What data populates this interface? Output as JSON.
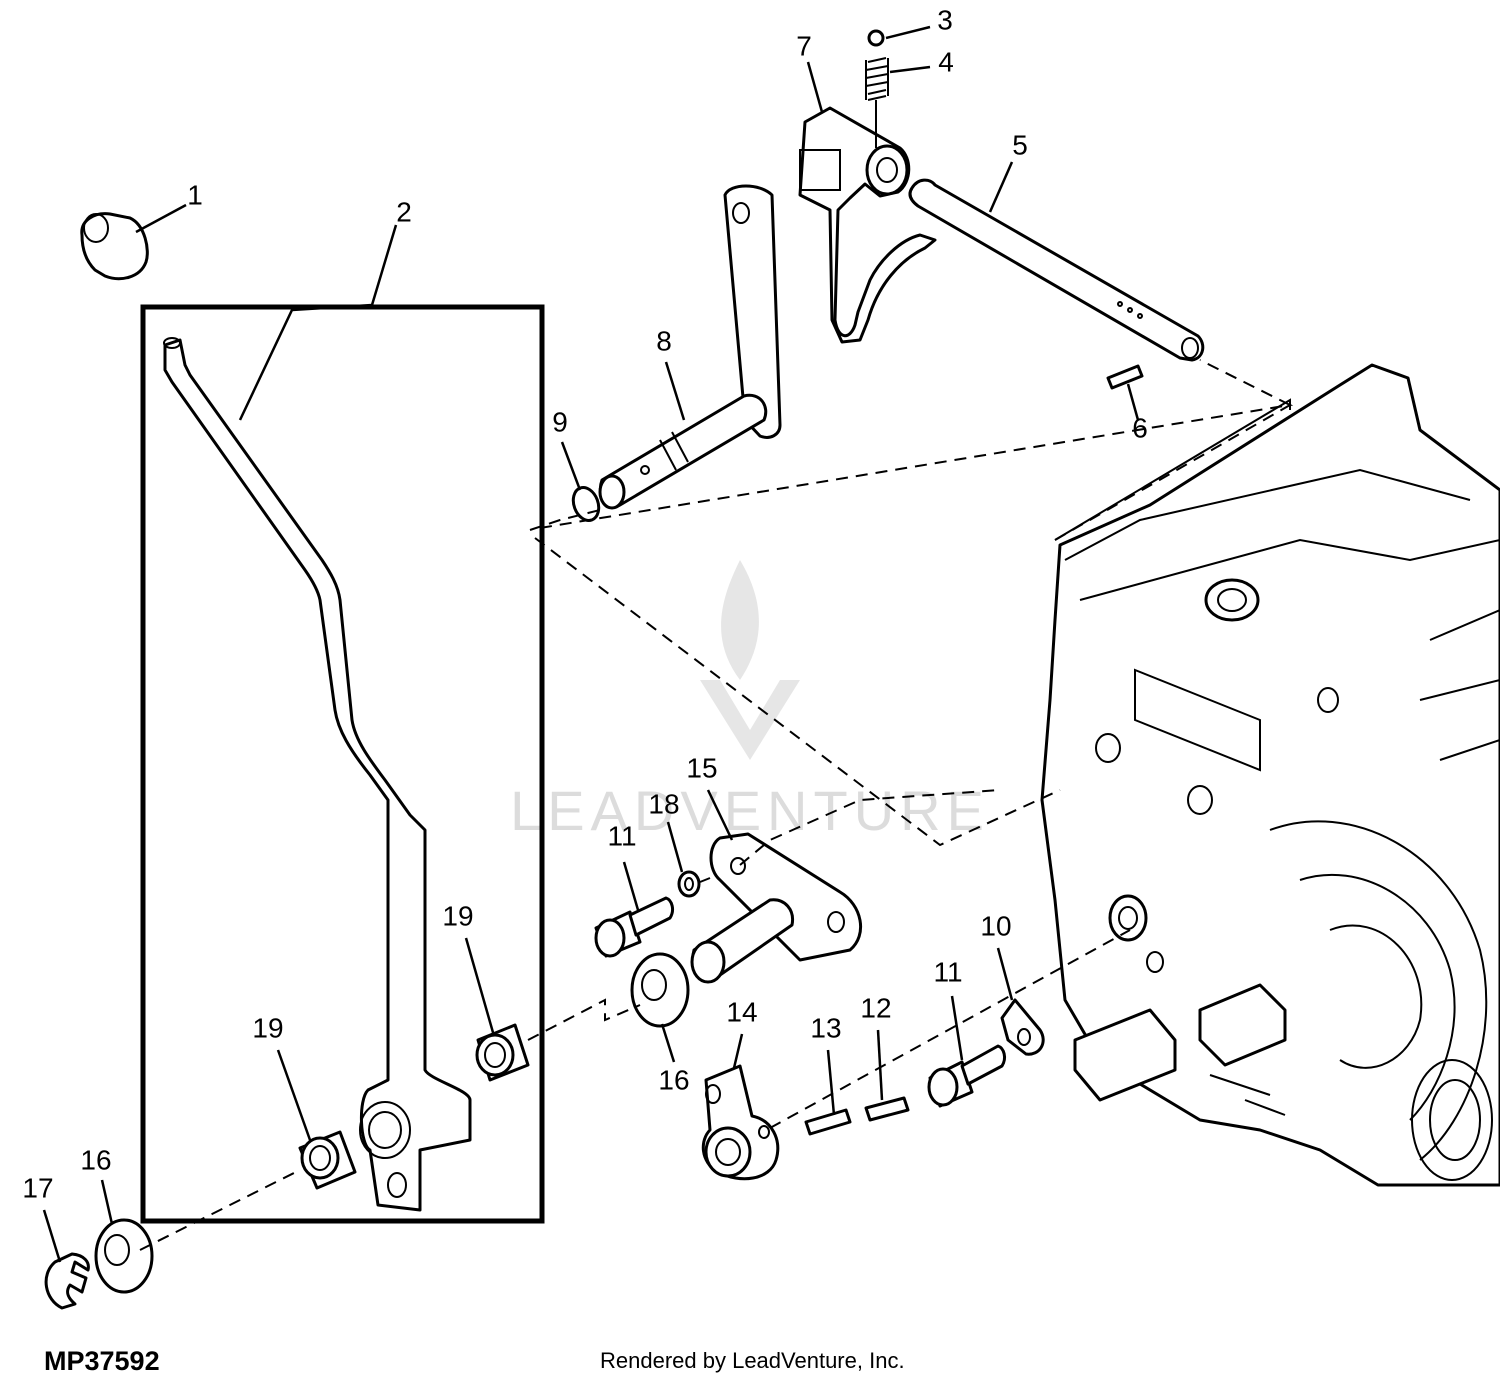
{
  "callouts": [
    {
      "id": "1",
      "label": "1"
    },
    {
      "id": "2",
      "label": "2"
    },
    {
      "id": "3",
      "label": "3"
    },
    {
      "id": "4",
      "label": "4"
    },
    {
      "id": "5",
      "label": "5"
    },
    {
      "id": "6",
      "label": "6"
    },
    {
      "id": "7",
      "label": "7"
    },
    {
      "id": "8",
      "label": "8"
    },
    {
      "id": "9",
      "label": "9"
    },
    {
      "id": "10",
      "label": "10"
    },
    {
      "id": "11a",
      "label": "11"
    },
    {
      "id": "11b",
      "label": "11"
    },
    {
      "id": "12",
      "label": "12"
    },
    {
      "id": "13",
      "label": "13"
    },
    {
      "id": "14",
      "label": "14"
    },
    {
      "id": "15",
      "label": "15"
    },
    {
      "id": "16a",
      "label": "16"
    },
    {
      "id": "16b",
      "label": "16"
    },
    {
      "id": "17",
      "label": "17"
    },
    {
      "id": "18",
      "label": "18"
    },
    {
      "id": "19a",
      "label": "19"
    },
    {
      "id": "19b",
      "label": "19"
    }
  ],
  "footer": {
    "figure_id": "MP37592",
    "credit": "Rendered by LeadVenture, Inc."
  },
  "watermark": {
    "text": "LEADVENTURE"
  }
}
